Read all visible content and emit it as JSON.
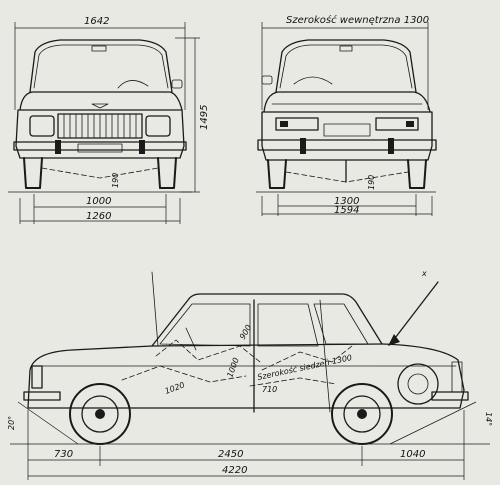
{
  "front_view": {
    "track_width_label": "1642",
    "height_label": "1495",
    "track_front_label": "1000",
    "track_outer_label": "1260"
  },
  "rear_view": {
    "interior_width_label": "Szerokość wewnętrzna 1300",
    "track_rear_label": "1300",
    "overall_width_label": "1594"
  },
  "side_view": {
    "overhang_front_label": "730",
    "wheelbase_label": "2450",
    "overhang_rear_label": "1040",
    "overall_length_label": "4220",
    "approach_angle_label": "20°",
    "departure_angle_label": "14°",
    "seat_width_label": "Szerokość siedzeń 1300",
    "interior_label_1000": "1000",
    "interior_label_710": "710",
    "interior_label_900": "900",
    "interior_label_1020": "1020",
    "ground_clearance_label": "190"
  }
}
